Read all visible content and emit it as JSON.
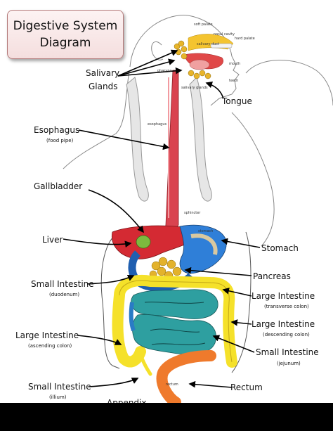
{
  "title": {
    "line1": "Digestive System",
    "line2": "Diagram"
  },
  "labels": {
    "salivary": "Salivary",
    "glands": "Glands",
    "tongue": "Tongue",
    "esophagus": "Esophagus",
    "esophagus_note": "(food pipe)",
    "gallbladder": "Gallbladder",
    "liver": "Liver",
    "stomach": "Stomach",
    "pancreas": "Pancreas",
    "small_int_1": "Small Intestine",
    "small_int_1_note": "(duodenum)",
    "large_int_1": "Large Intestine",
    "large_int_1_note": "(transverse colon)",
    "large_int_2": "Large Intestine",
    "large_int_2_note": "(descending colon)",
    "large_int_3": "Large Intestine",
    "large_int_3_note": "(ascending colon)",
    "small_int_2": "Small Intestine",
    "small_int_2_note": "(jejunum)",
    "small_int_3": "Small Intestine",
    "small_int_3_note": "(illium)",
    "rectum": "Rectum",
    "appendix": "Appendix"
  },
  "small_labels": {
    "soft_palate": "soft palate",
    "hard_palate": "hard palate",
    "nasal_cavity": "nasal cavity",
    "salivary_duct": "salivary duct",
    "mouth": "mouth",
    "teeth": "teeth",
    "pharynx": "pharynx",
    "salivary_glands": "salivary glands",
    "esophagus": "esophagus",
    "sphincter": "sphincter",
    "stomach": "stomach",
    "rectum": "rectum"
  },
  "colors": {
    "esophagus": "#d9434f",
    "liver": "#d42a33",
    "stomach": "#2f7fd8",
    "gallbladder": "#7cba3e",
    "pancreas": "#e3b22c",
    "large_intestine": "#f5e12a",
    "small_intestine": "#2e9fa0",
    "rectum": "#ef7a2c"
  }
}
